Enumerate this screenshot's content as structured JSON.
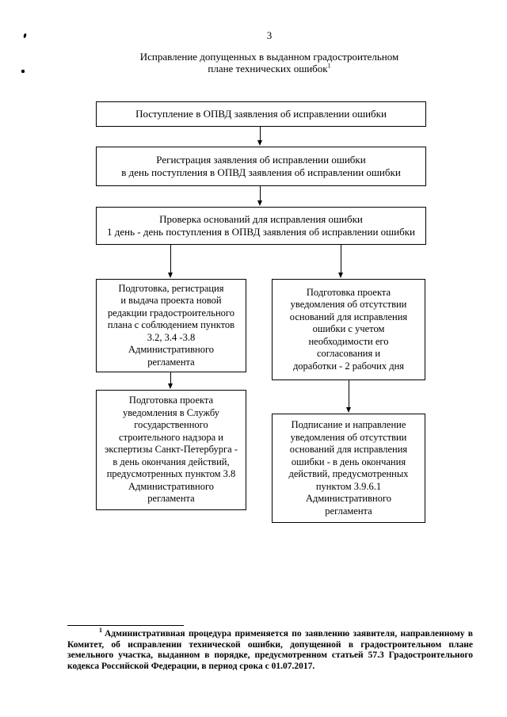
{
  "colors": {
    "ink": "#000000",
    "paper": "#ffffff"
  },
  "page": {
    "number": "3",
    "title": "Исправление допущенных в выданном градостроительном\nплане технических ошибок",
    "title_footnote_marker": "1"
  },
  "flowchart": {
    "box1": "Поступление в ОПВД заявления об исправлении ошибки",
    "box2": "Регистрация заявления об исправлении ошибки\nв день поступления в ОПВД заявления об исправлении ошибки",
    "box3": "Проверка оснований для исправления ошибки\n1 день - день поступления в ОПВД заявления об исправлении ошибки",
    "box4": "Подготовка, регистрация\nи выдача проекта новой\nредакции градостроительного\nплана с соблюдением пунктов\n3.2, 3.4 -3.8\nАдминистративного\nрегламента",
    "box5": "Подготовка проекта\nуведомления в Службу\nгосударственного\nстроительного надзора и\nэкспертизы Санкт-Петербурга -\nв день окончания действий,\nпредусмотренных пунктом 3.8\nАдминистративного\nрегламента",
    "box6": "Подготовка проекта\nуведомления об отсутствии\nоснований для исправления\nошибки с учетом\nнеобходимости его\nсогласования и\nдоработки - 2 рабочих дня",
    "box7": "Подписание и направление\nуведомления об отсутствии\nоснований для исправления\nошибки - в день окончания\nдействий, предусмотренных\nпунктом 3.9.6.1\nАдминистративного\nрегламента"
  },
  "footnote": {
    "marker": "1",
    "text": "Административная процедура применяется по заявлению заявителя, направленному в Комитет, об исправлении технической ошибки, допущенной в градостроительном плане земельного участка, выданном в порядке, предусмотренном статьей 57.3 Градостроительного кодекса Российской Федерации, в период срока с 01.07.2017."
  }
}
